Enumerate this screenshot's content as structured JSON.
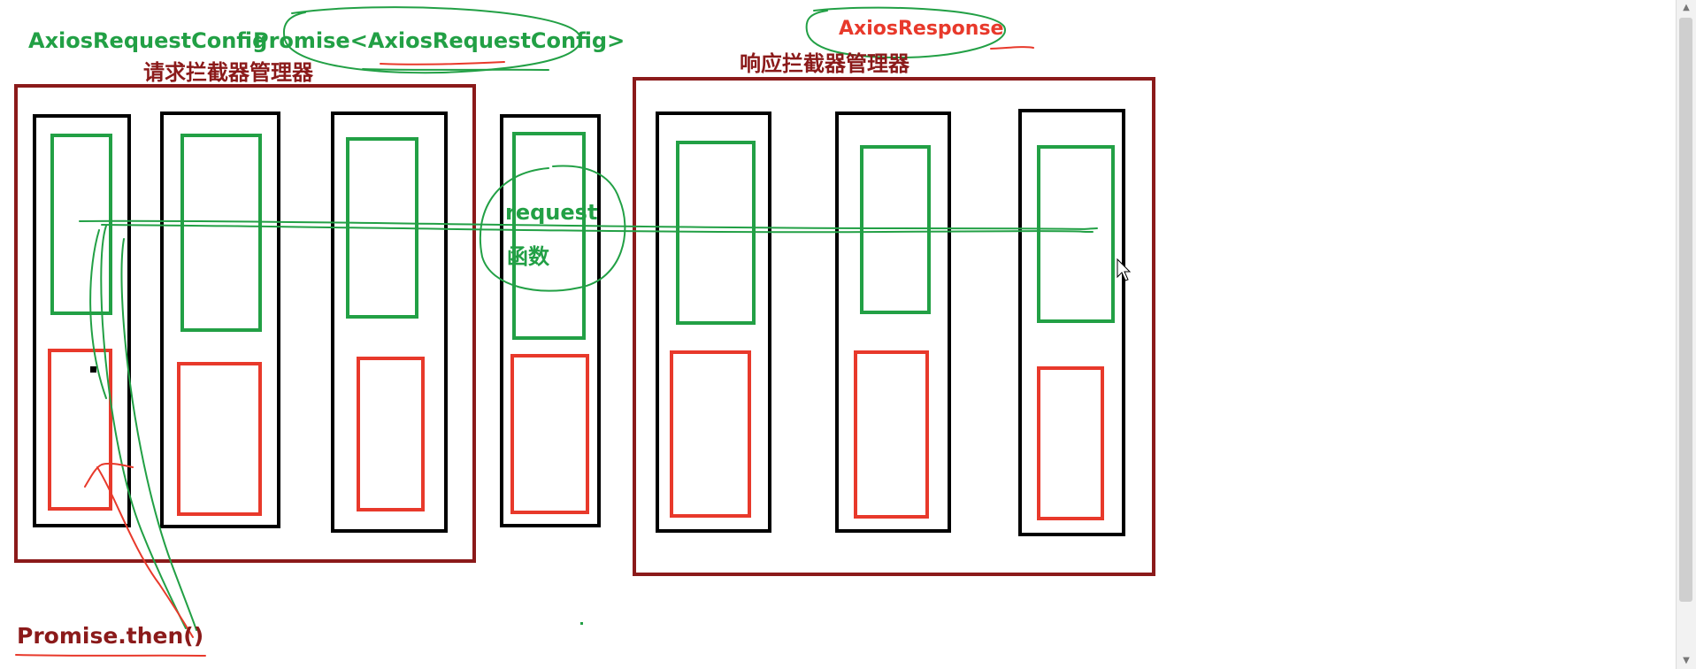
{
  "labels": {
    "axios_request_config": "AxiosRequestConfig",
    "promise_config": "Promise<AxiosRequestConfig>",
    "axios_response": "AxiosResponse",
    "request_manager": "请求拦截器管理器",
    "response_manager": "响应拦截器管理器",
    "request_fn_line1": "request",
    "request_fn_line2": "函数",
    "promise_then": "Promise.then()"
  },
  "colors": {
    "green": "#22a045",
    "red": "#e8392b",
    "dark_red": "#8b1a1a",
    "black": "#000000"
  },
  "icons": {
    "cursor": "mouse-pointer-icon",
    "scroll_up": "scroll-up-arrow-icon",
    "scroll_down": "scroll-down-arrow-icon"
  },
  "scrollbar": {
    "up_glyph": "▲",
    "down_glyph": "▼"
  }
}
